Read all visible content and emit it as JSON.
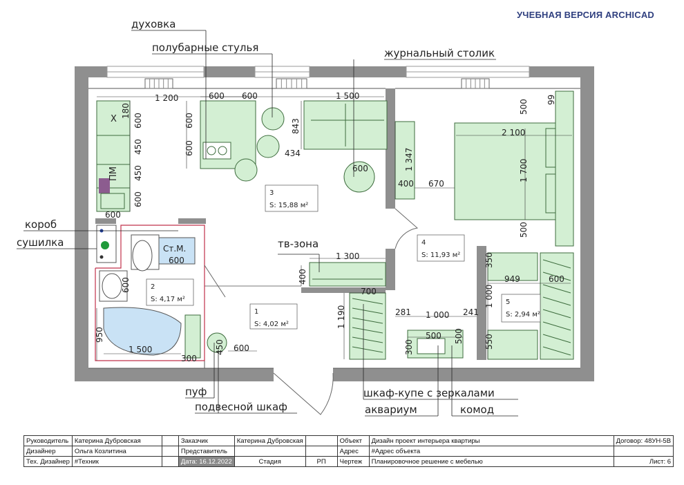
{
  "watermark": "УЧЕБНАЯ ВЕРСИЯ ARCHICAD",
  "colors": {
    "wall": "#8f8f8f",
    "furniture_fill": "#d3efd3",
    "furniture_line": "#3c6b3c",
    "bath_line": "#c0304a",
    "bath_fill": "#c9e2f5",
    "window": "#9a9a9a",
    "accent_box": "#8c5c8f",
    "dryer": "#1f9a3a",
    "stamp_gray": "#8a8a8a"
  },
  "callouts": [
    {
      "id": "duhovka",
      "text": "духовка"
    },
    {
      "id": "stulya",
      "text": "полубарные стулья"
    },
    {
      "id": "stolik",
      "text": "журнальный столик"
    },
    {
      "id": "korob",
      "text": "короб"
    },
    {
      "id": "sushilka",
      "text": "сушилка"
    },
    {
      "id": "tvzona",
      "text": "тв-зона"
    },
    {
      "id": "puf",
      "text": "пуф"
    },
    {
      "id": "podvesnoy",
      "text": "подвесной шкаф"
    },
    {
      "id": "shkaf",
      "text": "шкаф-купе с зеркалами"
    },
    {
      "id": "akvarium",
      "text": "аквариум"
    },
    {
      "id": "komod",
      "text": "комод"
    }
  ],
  "rooms": [
    {
      "id": "r3",
      "number": "3",
      "area": "S: 15,88 м²"
    },
    {
      "id": "r4",
      "number": "4",
      "area": "S: 11,93 м²"
    },
    {
      "id": "r2",
      "number": "2",
      "area": "S: 4,17 м²"
    },
    {
      "id": "r1",
      "number": "1",
      "area": "S: 4,02 м²"
    },
    {
      "id": "r5",
      "number": "5",
      "area": "S: 2,94 м²"
    }
  ],
  "dimensions": [
    {
      "id": "d1200",
      "text": "1 200"
    },
    {
      "id": "d600a",
      "text": "600"
    },
    {
      "id": "d600b",
      "text": "600"
    },
    {
      "id": "d1500top",
      "text": "1 500"
    },
    {
      "id": "d180",
      "text": "180"
    },
    {
      "id": "d600c",
      "text": "600"
    },
    {
      "id": "d450a",
      "text": "450"
    },
    {
      "id": "d450b",
      "text": "450"
    },
    {
      "id": "d600d",
      "text": "600"
    },
    {
      "id": "d600e",
      "text": "600"
    },
    {
      "id": "d600f",
      "text": "600"
    },
    {
      "id": "d600g",
      "text": "600"
    },
    {
      "id": "d843",
      "text": "843"
    },
    {
      "id": "d434",
      "text": "434"
    },
    {
      "id": "d600h",
      "text": "600"
    },
    {
      "id": "d1347",
      "text": "1 347"
    },
    {
      "id": "d400a",
      "text": "400"
    },
    {
      "id": "d670",
      "text": "670"
    },
    {
      "id": "d500a",
      "text": "500"
    },
    {
      "id": "d99",
      "text": "99"
    },
    {
      "id": "d2100",
      "text": "2 100"
    },
    {
      "id": "d1700",
      "text": "1 700"
    },
    {
      "id": "d500b",
      "text": "500"
    },
    {
      "id": "d600i",
      "text": "600"
    },
    {
      "id": "d600j",
      "text": "600"
    },
    {
      "id": "d1300",
      "text": "1 300"
    },
    {
      "id": "d400b",
      "text": "400"
    },
    {
      "id": "d700",
      "text": "700"
    },
    {
      "id": "d350",
      "text": "350"
    },
    {
      "id": "d949",
      "text": "949"
    },
    {
      "id": "d600k",
      "text": "600"
    },
    {
      "id": "d1000a",
      "text": "1 000"
    },
    {
      "id": "d281",
      "text": "281"
    },
    {
      "id": "d1000b",
      "text": "1 000"
    },
    {
      "id": "d241",
      "text": "241"
    },
    {
      "id": "d1190",
      "text": "1 190"
    },
    {
      "id": "d500c",
      "text": "500"
    },
    {
      "id": "d300a",
      "text": "300"
    },
    {
      "id": "d500d",
      "text": "500"
    },
    {
      "id": "d550",
      "text": "550"
    },
    {
      "id": "d950",
      "text": "950"
    },
    {
      "id": "d1500bath",
      "text": "1 500"
    },
    {
      "id": "d300b",
      "text": "300"
    },
    {
      "id": "d450c",
      "text": "450"
    },
    {
      "id": "d600l",
      "text": "600"
    }
  ],
  "labels": {
    "x": "Х",
    "pm": "ПМ",
    "stm": "Ст.М."
  },
  "stamp": {
    "rows": [
      [
        "Руководитель",
        "Катерина Дубровская",
        "",
        "Заказчик",
        "Катерина Дубровская",
        "",
        "Объект",
        "Дизайн проект интерьера квартиры",
        "Договор: 48УН-5В"
      ],
      [
        "Дизайнер",
        "Ольга Козлитина",
        "",
        "Представитель",
        "",
        "",
        "Адрес",
        "#Адрес объекта",
        ""
      ],
      [
        "Тех. Дизайнер",
        "#Техник",
        "",
        "Дата: 16.12.2022",
        "Стадия",
        "РП",
        "Чертеж",
        "Планировочное решение с мебелью",
        "Лист: 6"
      ]
    ]
  }
}
